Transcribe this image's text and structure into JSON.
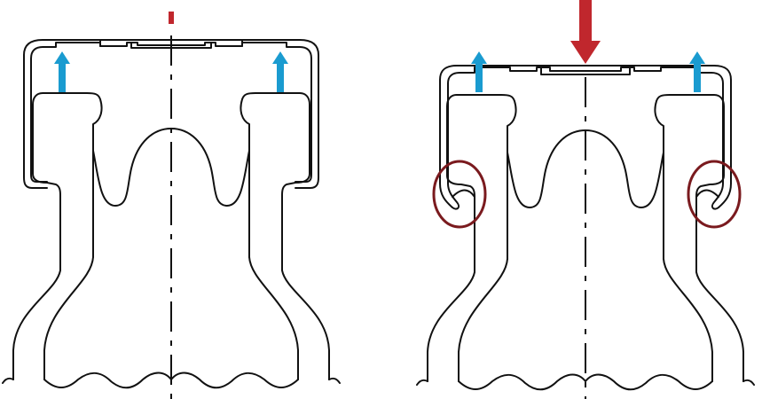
{
  "figures": [
    {
      "id": "before",
      "state": "cap-seated",
      "force_applied": false,
      "crimp_highlighted": false
    },
    {
      "id": "after",
      "state": "cap-crimped",
      "force_applied": true,
      "crimp_highlighted": true
    }
  ],
  "colors": {
    "lift_arrow": "#1a9bd0",
    "force_arrow": "#c0272d",
    "highlight_circle": "#7a1a1e",
    "line": "#111111"
  },
  "icons": [
    "lift-arrow-icon",
    "force-arrow-icon",
    "highlight-circle"
  ]
}
